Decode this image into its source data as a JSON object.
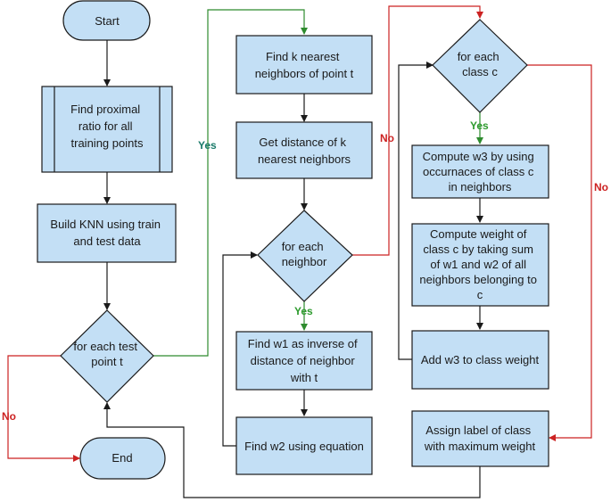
{
  "colors": {
    "node_fill": "#c3dff5",
    "node_stroke": "#1a1a1a",
    "edge_default": "#1a1a1a",
    "edge_yes": "#2e8b2e",
    "edge_no": "#cc2222",
    "label_yes_col1": "#1a7a6a",
    "label_yes_other": "#2e9b2e",
    "label_no": "#cc2222"
  },
  "nodes": {
    "start": {
      "shape": "terminator",
      "lines": [
        "Start"
      ]
    },
    "proximal": {
      "shape": "predefined-process",
      "lines": [
        "Find proximal",
        "ratio for all",
        "training points"
      ]
    },
    "build_knn": {
      "shape": "process",
      "lines": [
        "Build KNN using train",
        "and test data"
      ]
    },
    "each_test": {
      "shape": "decision",
      "lines": [
        "for each test",
        "point t"
      ]
    },
    "end": {
      "shape": "terminator",
      "lines": [
        "End"
      ]
    },
    "find_k": {
      "shape": "process",
      "lines": [
        "Find k nearest",
        "neighbors of point t"
      ]
    },
    "get_dist": {
      "shape": "process",
      "lines": [
        "Get distance of k",
        "nearest neighbors"
      ]
    },
    "each_neighbor": {
      "shape": "decision",
      "lines": [
        "for each",
        "neighbor"
      ]
    },
    "find_w1": {
      "shape": "process",
      "lines": [
        "Find  w1 as inverse of",
        "distance of neighbor",
        "with t"
      ]
    },
    "find_w2": {
      "shape": "process",
      "lines": [
        "Find  w2 using equation"
      ]
    },
    "each_class": {
      "shape": "decision",
      "lines": [
        "for each",
        "class c"
      ]
    },
    "compute_w3": {
      "shape": "process",
      "lines": [
        "Compute w3 by using",
        "occurnaces of class c",
        "in neighbors"
      ]
    },
    "compute_weight": {
      "shape": "process",
      "lines": [
        "Compute weight of",
        "class c by taking sum",
        "of w1 and w2 of all",
        "neighbors belonging to",
        "c"
      ]
    },
    "add_w3": {
      "shape": "process",
      "lines": [
        "Add w3 to class weight"
      ]
    },
    "assign": {
      "shape": "process",
      "lines": [
        "Assign label of class",
        "with maximum weight"
      ]
    }
  },
  "edge_labels": {
    "yes_test": "Yes",
    "no_test": "No",
    "no_neighbor": "No",
    "yes_neighbor": "Yes",
    "yes_class": "Yes",
    "no_class": "No"
  }
}
